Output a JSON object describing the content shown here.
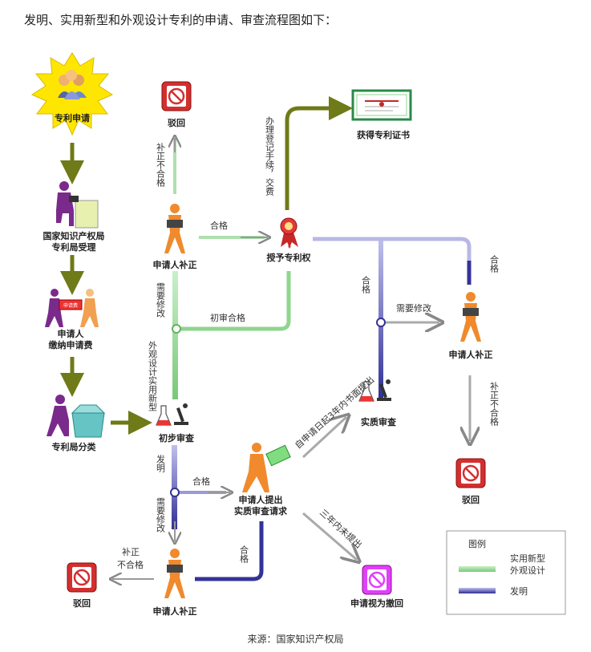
{
  "title": "发明、实用新型和外观设计专利的申请、审查流程图如下：",
  "nodes": {
    "apply": "专利申请",
    "office": [
      "国家知识产权局",
      "专利局受理"
    ],
    "pay": [
      "申请人",
      "缴纳申请费"
    ],
    "classify": "专利局分类",
    "prelim": "初步审查",
    "correct_bottom": "申请人补正",
    "reject_bottom": "驳回",
    "request": [
      "申请人提出",
      "实质审查请求"
    ],
    "withdrawn": "申请视为撤回",
    "substantive": "实质审查",
    "correct_right": "申请人补正",
    "reject_right": "驳回",
    "grant": "授予专利权",
    "certificate": "获得专利证书",
    "correct_top": "申请人补正",
    "reject_top": "驳回",
    "form_label": "申请费"
  },
  "edges": {
    "top_not_ok": "补正不合格",
    "top_ok": "合格",
    "register": "办理登记手续，交费",
    "need_fix_top": "需要修改",
    "prelim_ok": "初审合格",
    "design": "外观设计实用新型",
    "invention": "发明",
    "ok_bottom": "合格",
    "need_fix_bottom": "需要修改",
    "bottom_not_ok": [
      "补正",
      "不合格"
    ],
    "ok_return": "合格",
    "within3": "自申请日起3年内书面提出",
    "not_within3": "三年内未提出",
    "sub_ok": "合格",
    "sub_need_fix": "需要修改",
    "right_ok": "合格",
    "right_not_ok": "补正不合格"
  },
  "legend": {
    "title": "图例",
    "green": [
      "实用新型",
      "外观设计"
    ],
    "blue": "发明"
  },
  "colors": {
    "olive": "#6f7a18",
    "green_track": "#8fd58f",
    "blue_track": "#33339a",
    "person": "#f08a2c",
    "reject_red": "#d32f2f",
    "star": "#ffe600"
  },
  "source": "来源：国家知识产权局"
}
